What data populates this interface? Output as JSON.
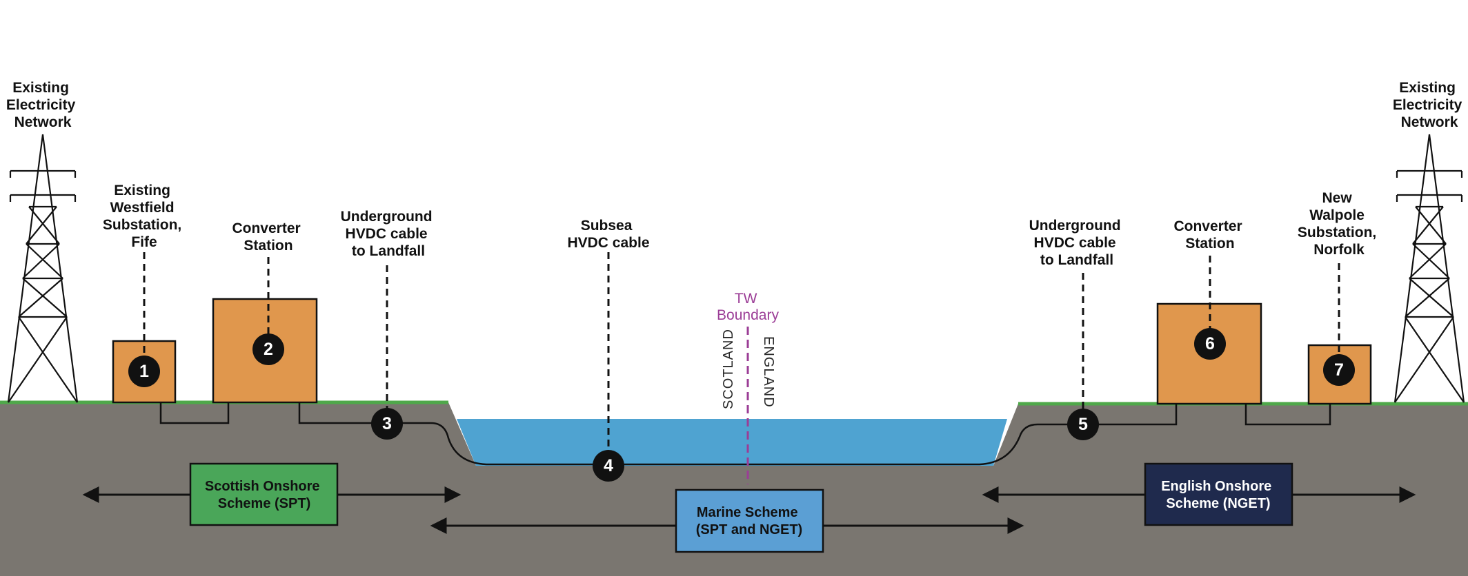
{
  "labels": {
    "existing_network_left": [
      "Existing",
      "Electricity",
      "Network"
    ],
    "existing_network_right": [
      "Existing",
      "Electricity",
      "Network"
    ],
    "westfield_substation": [
      "Existing",
      "Westfield",
      "Substation,",
      "Fife"
    ],
    "converter_station_left": [
      "Converter",
      "Station"
    ],
    "underground_cable_left": [
      "Underground",
      "HVDC cable",
      "to Landfall"
    ],
    "subsea_cable": [
      "Subsea",
      "HVDC cable"
    ],
    "tw_boundary": [
      "TW",
      "Boundary"
    ],
    "underground_cable_right": [
      "Underground",
      "HVDC cable",
      "to Landfall"
    ],
    "converter_station_right": [
      "Converter",
      "Station"
    ],
    "walpole_substation": [
      "New",
      "Walpole",
      "Substation,",
      "Norfolk"
    ]
  },
  "markers": [
    "1",
    "2",
    "3",
    "4",
    "5",
    "6",
    "7"
  ],
  "countries": {
    "left": "SCOTLAND",
    "right": "ENGLAND"
  },
  "schemes": {
    "scottish": {
      "lines": [
        "Scottish Onshore",
        "Scheme (SPT)"
      ],
      "color": "#4aa659",
      "text_color": "#111111"
    },
    "marine": {
      "lines": [
        "Marine Scheme",
        "(SPT and NGET)"
      ],
      "color": "#5b9fd4",
      "text_color": "#111111"
    },
    "english": {
      "lines": [
        "English Onshore",
        "Scheme (NGET)"
      ],
      "color": "#1f2a4d",
      "text_color": "#ffffff"
    }
  },
  "colors": {
    "ground": "#7a7670",
    "grass": "#4fa84a",
    "sea": "#4fa3d1",
    "building": "#e0974d",
    "boundary": "#9b3d96"
  }
}
